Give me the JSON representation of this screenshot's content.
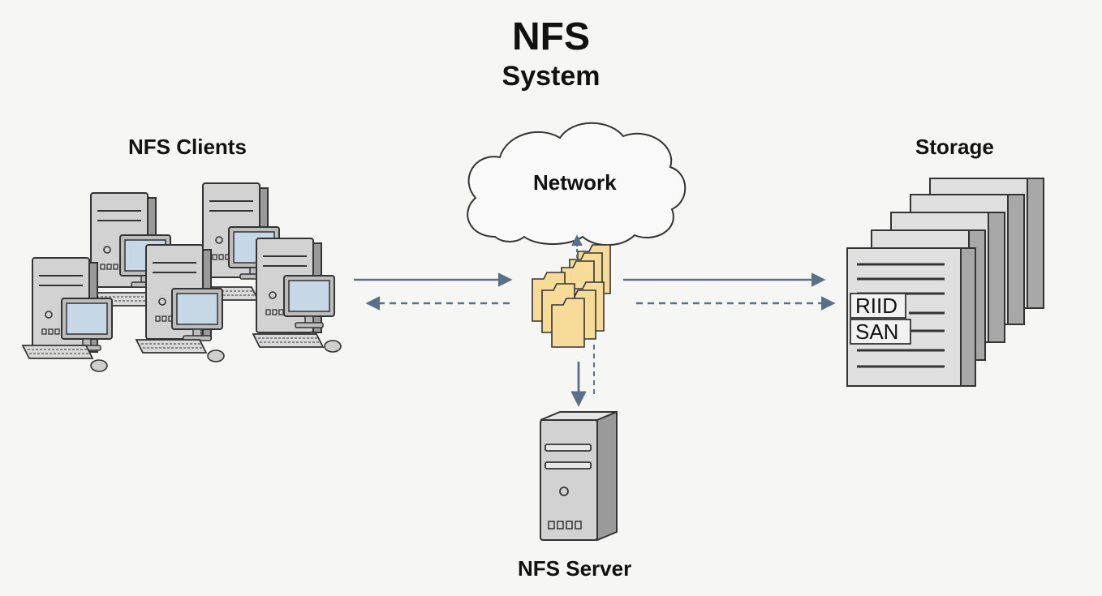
{
  "title": "NFS",
  "subtitle": "System",
  "nodes": {
    "clients": "NFS Clients",
    "network": "Network",
    "storage": "Storage",
    "server": "NFS Server"
  },
  "storage_tags": [
    "RIID",
    "SAN"
  ],
  "colors": {
    "arrow": "#5a7088",
    "folder_fill": "#f7dc99",
    "device_fill": "#d2d2d2",
    "screen_fill": "#c6d7e6",
    "outline": "#333333"
  }
}
